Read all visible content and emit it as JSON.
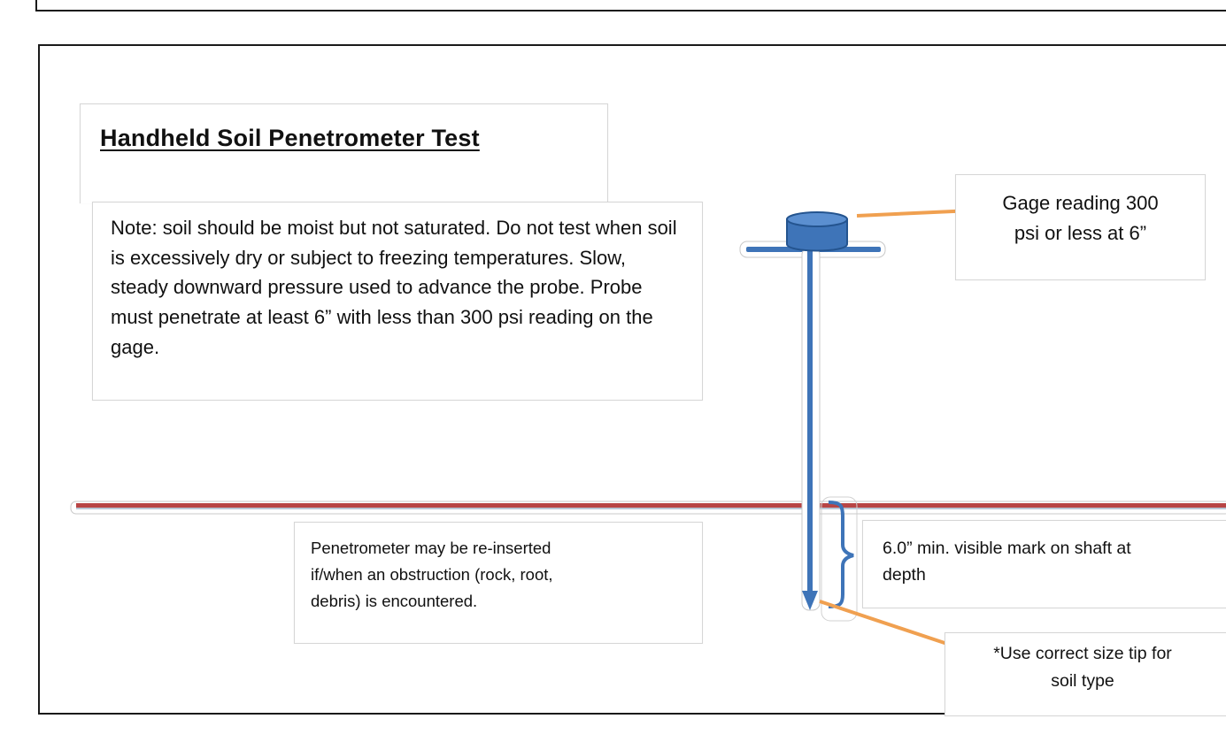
{
  "title": "Handheld Soil Penetrometer Test",
  "note": "Note:  soil should be moist but not saturated. Do not test when soil is excessively dry or subject to freezing temperatures.  Slow, steady downward pressure used to advance the probe.  Probe must penetrate at least 6” with less than 300 psi reading on the gage.",
  "gage_callout": {
    "line1": "Gage reading 300",
    "line2": "psi or less at 6”"
  },
  "reinsert_note": {
    "line1": "Penetrometer  may be re-inserted",
    "line2": "if/when an obstruction (rock, root,",
    "line3": "debris) is encountered."
  },
  "depth_mark": {
    "line1": "6.0” min.  visible mark on shaft at",
    "line2": "depth"
  },
  "tip_note": {
    "line1": "*Use correct size tip for",
    "line2": "soil type"
  },
  "colors": {
    "probe": "#3e74b8",
    "probe_light": "#5b8fd0",
    "ground_line": "#b84545",
    "leader": "#f0a050",
    "frame": "#1a1a1a"
  }
}
